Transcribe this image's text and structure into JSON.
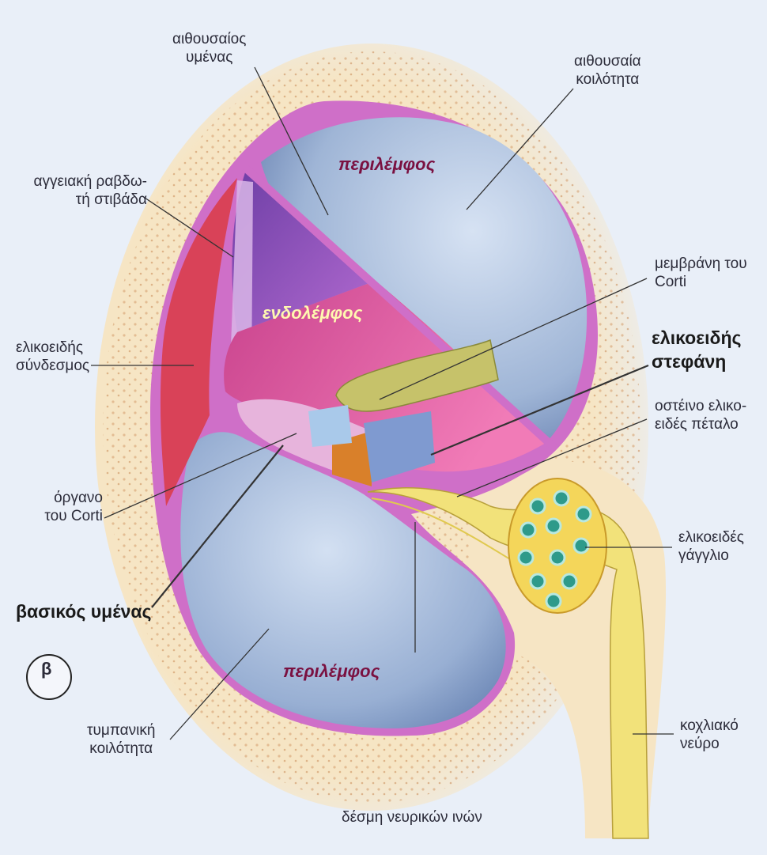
{
  "labels": {
    "scala_vestibuli_membrane": [
      "αιθουσαίος",
      "υμένας"
    ],
    "scala_vestibuli": [
      "αιθουσαία",
      "κοιλότητα"
    ],
    "stria_vascularis": [
      "αγγειακή ραβδω-",
      "τή στιβάδα"
    ],
    "tectorial_membrane": [
      "μεμβράνη του",
      "Corti"
    ],
    "spiral_ligament": [
      "ελικοειδής",
      "σύνδεσμος"
    ],
    "spiral_limbus": [
      "ελικοειδής",
      "στεφάνη"
    ],
    "osseous_spiral_lamina": [
      "οστέινο ελικο-",
      "ειδές πέταλο"
    ],
    "organ_of_corti": [
      "όργανο",
      "του Corti"
    ],
    "spiral_ganglion": [
      "ελικοειδές",
      "γάγγλιο"
    ],
    "basilar_membrane": "βασικός υμένας",
    "scala_tympani": [
      "τυμπανική",
      "κοιλότητα"
    ],
    "cochlear_nerve": [
      "κοχλιακό",
      "νεύρο"
    ],
    "nerve_fiber_bundle": "δέσμη νευρικών ινών"
  },
  "inner_labels": {
    "perilymph_upper": "περιλέμφος",
    "endolymph": "ενδολέμφος",
    "perilymph_lower": "περιλέμφος"
  },
  "panel_letter": "β",
  "colors": {
    "background": "#e9eff8",
    "bone": "#f3dfb8",
    "membrane": "#cf6fc8",
    "perilymph": "#a9bedc",
    "endolymph": "#e25aa0",
    "stria": "#8a52b8",
    "ligament": "#d94258",
    "nerve": "#f2e27a",
    "ganglion_cell": "#2e9a8a"
  }
}
